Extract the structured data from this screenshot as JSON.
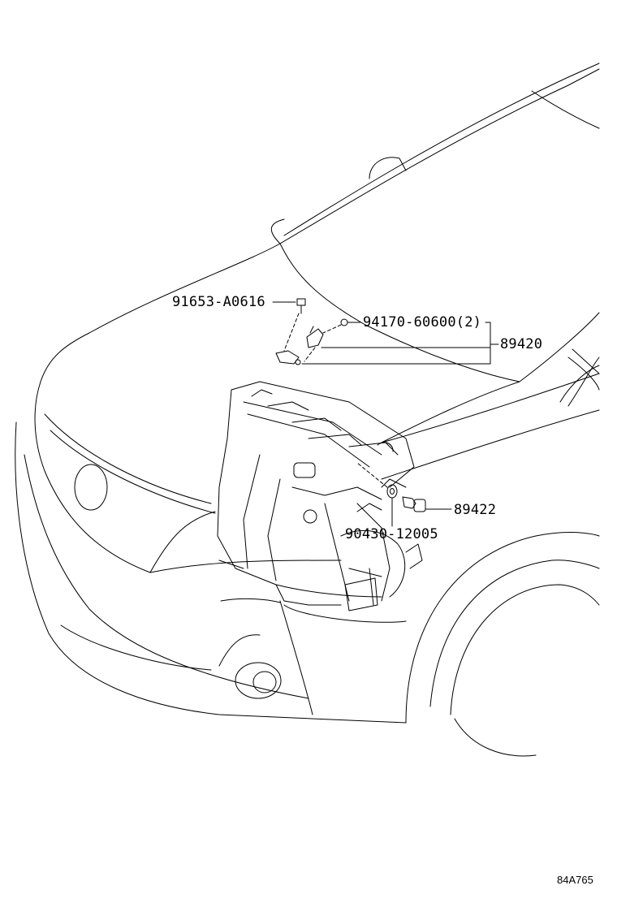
{
  "parts": {
    "bolt": "91653-A0616",
    "nut": "94170-60600(2)",
    "sensor_assembly": "89420",
    "sensor": "89422",
    "gasket": "90430-12005"
  },
  "figure_code": "84A765"
}
